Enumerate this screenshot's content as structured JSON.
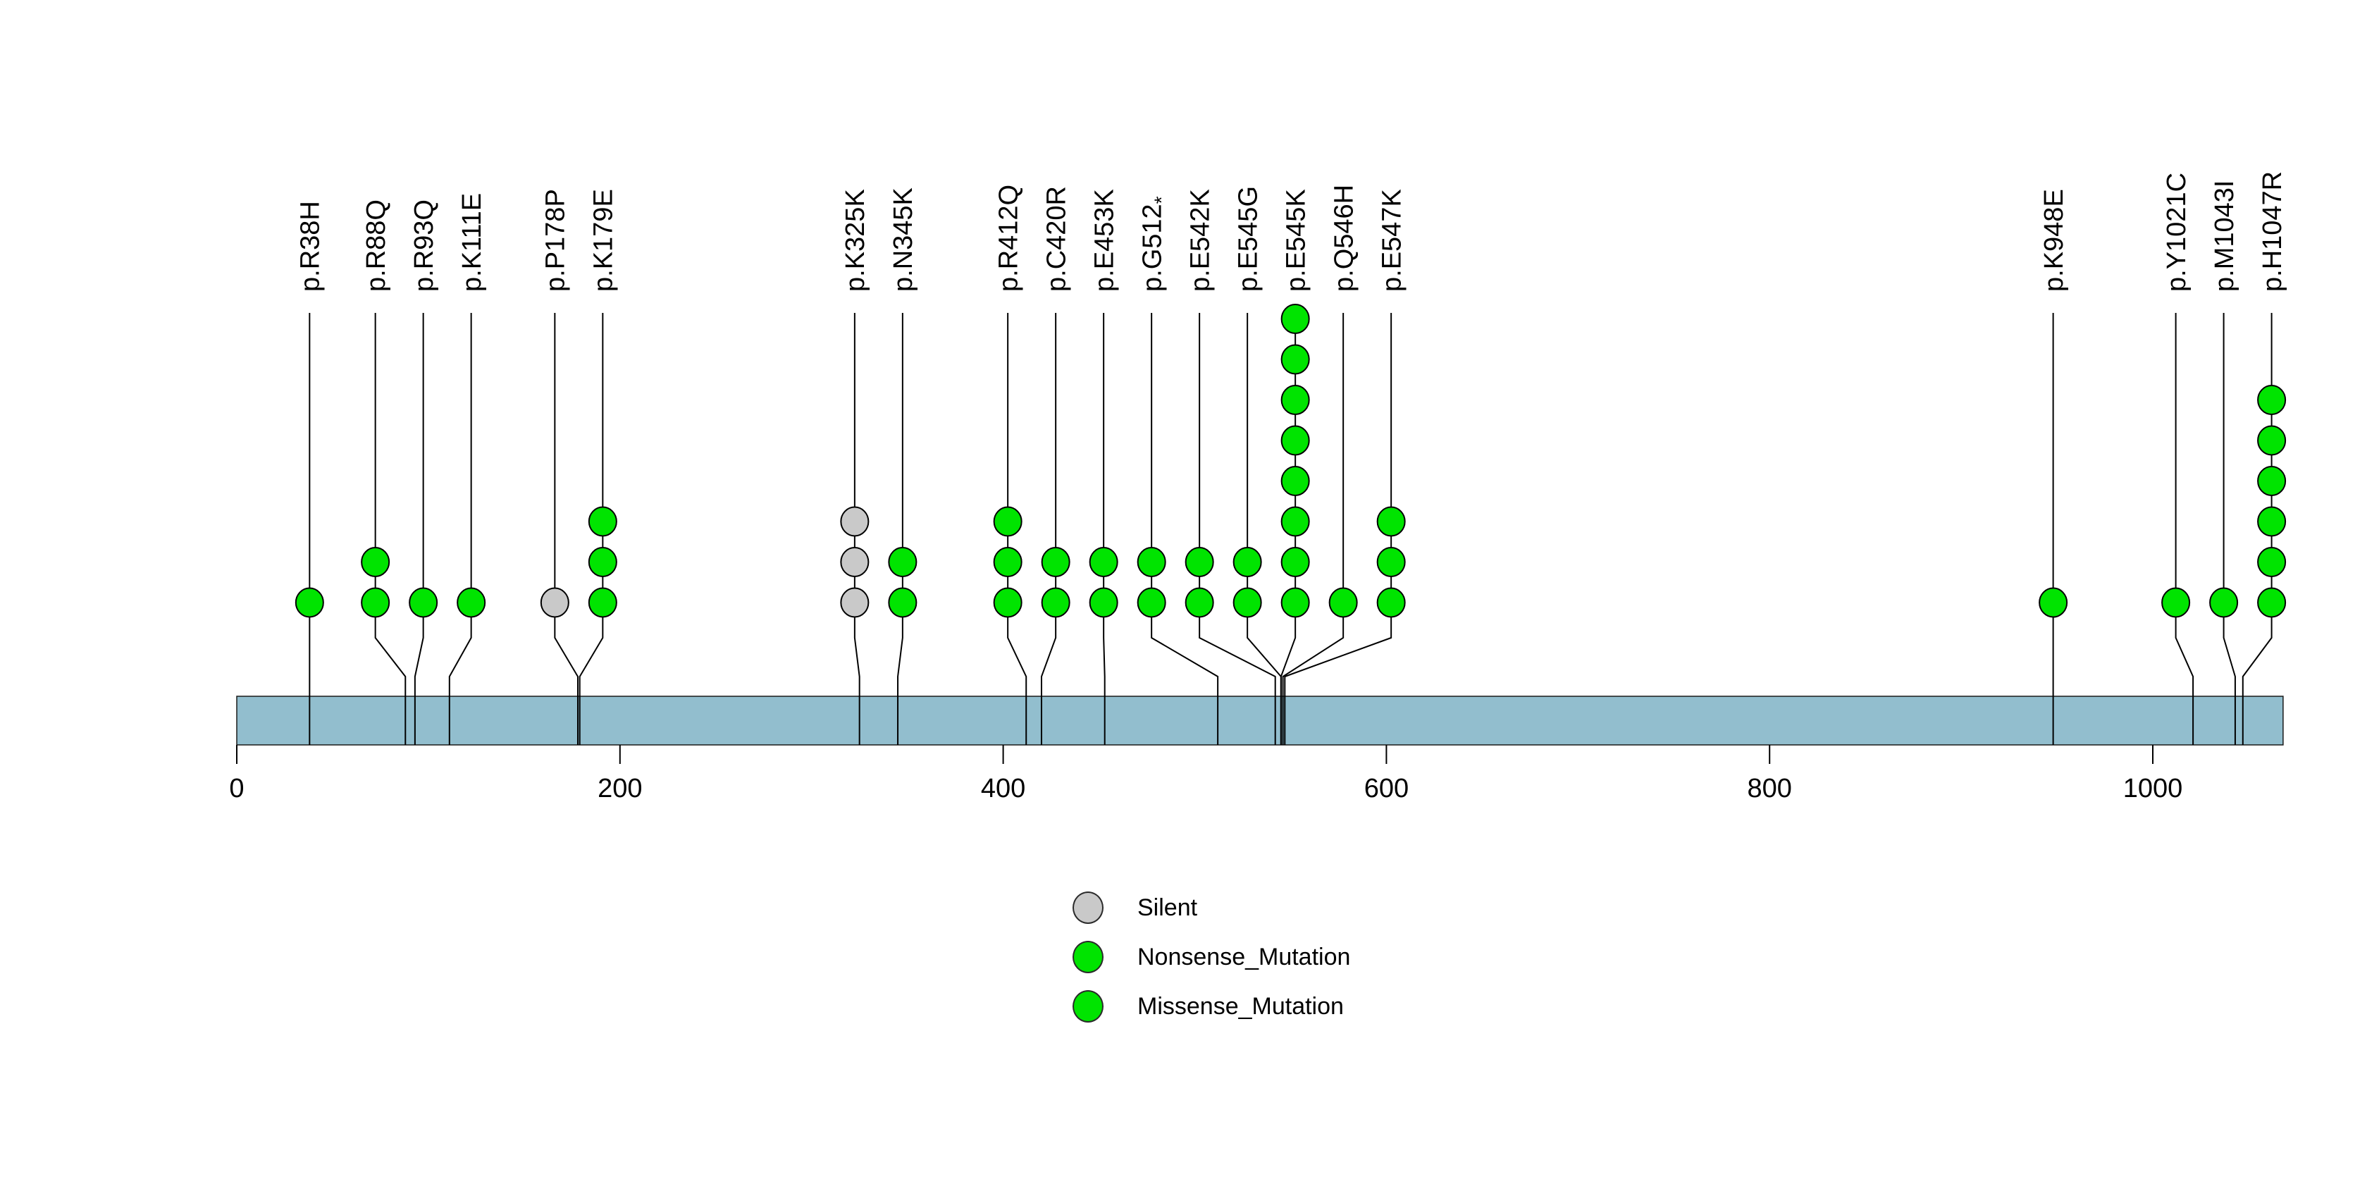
{
  "chart_data": {
    "type": "lollipop",
    "title": "",
    "xlabel": "",
    "ylabel": "",
    "axis": {
      "ticks": [
        0,
        200,
        400,
        600,
        800,
        1000
      ],
      "protein_start": 0,
      "protein_length": 1068,
      "grid": false
    },
    "colors": {
      "Silent": "#c9c9c9",
      "Nonsense_Mutation": "#00e400",
      "Missense_Mutation": "#00e400",
      "backbone": "#92bece",
      "stem": "#000000",
      "circle_outline": "#000000"
    },
    "mutations": [
      {
        "label": "p.R38H",
        "pos": 38,
        "count": 1,
        "type": "Missense_Mutation"
      },
      {
        "label": "p.R88Q",
        "pos": 88,
        "count": 2,
        "type": "Missense_Mutation"
      },
      {
        "label": "p.R93Q",
        "pos": 93,
        "count": 1,
        "type": "Missense_Mutation"
      },
      {
        "label": "p.K111E",
        "pos": 111,
        "count": 1,
        "type": "Missense_Mutation"
      },
      {
        "label": "p.P178P",
        "pos": 178,
        "count": 1,
        "type": "Silent"
      },
      {
        "label": "p.K179E",
        "pos": 179,
        "count": 3,
        "type": "Missense_Mutation"
      },
      {
        "label": "p.K325K",
        "pos": 325,
        "count": 3,
        "type": "Silent"
      },
      {
        "label": "p.N345K",
        "pos": 345,
        "count": 2,
        "type": "Missense_Mutation"
      },
      {
        "label": "p.R412Q",
        "pos": 412,
        "count": 3,
        "type": "Missense_Mutation"
      },
      {
        "label": "p.C420R",
        "pos": 420,
        "count": 2,
        "type": "Missense_Mutation"
      },
      {
        "label": "p.E453K",
        "pos": 453,
        "count": 2,
        "type": "Missense_Mutation"
      },
      {
        "label": "p.G512*",
        "pos": 512,
        "count": 2,
        "type": "Nonsense_Mutation"
      },
      {
        "label": "p.E542K",
        "pos": 542,
        "count": 2,
        "type": "Missense_Mutation"
      },
      {
        "label": "p.E545G",
        "pos": 545,
        "count": 2,
        "type": "Missense_Mutation"
      },
      {
        "label": "p.E545K",
        "pos": 545,
        "count": 8,
        "type": "Missense_Mutation"
      },
      {
        "label": "p.Q546H",
        "pos": 546,
        "count": 1,
        "type": "Missense_Mutation"
      },
      {
        "label": "p.E547K",
        "pos": 547,
        "count": 3,
        "type": "Missense_Mutation"
      },
      {
        "label": "p.K948E",
        "pos": 948,
        "count": 1,
        "type": "Missense_Mutation"
      },
      {
        "label": "p.Y1021C",
        "pos": 1021,
        "count": 1,
        "type": "Missense_Mutation"
      },
      {
        "label": "p.M1043I",
        "pos": 1043,
        "count": 1,
        "type": "Missense_Mutation"
      },
      {
        "label": "p.H1047R",
        "pos": 1047,
        "count": 6,
        "type": "Missense_Mutation"
      }
    ],
    "legend": [
      {
        "label": "Silent",
        "color": "#c9c9c9"
      },
      {
        "label": "Nonsense_Mutation",
        "color": "#00e400"
      },
      {
        "label": "Missense_Mutation",
        "color": "#00e400"
      }
    ]
  }
}
